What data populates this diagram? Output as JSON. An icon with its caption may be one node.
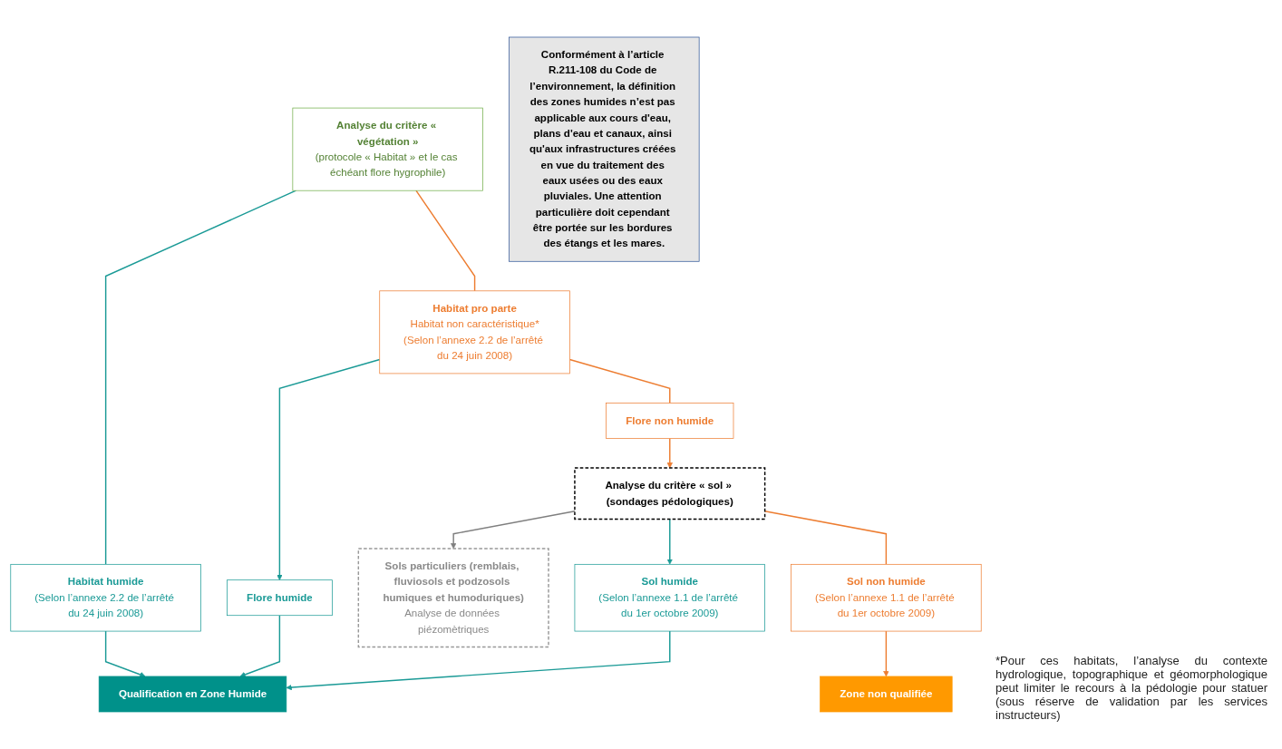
{
  "diagram": {
    "nodes": [
      {
        "text": [
          "Analyse du critère « végétation »",
          "(protocole « Habitat » et le cas échéant flore hygrophile)"
        ]
      },
      {
        "text": [
          "Habitat pro parte",
          "Habitat non caractéristique*",
          "(Selon l’annexe 2.2 de l’arrêté du 24 juin 2008)"
        ]
      },
      {
        "text": [
          "Habitat humide",
          "(Selon l’annexe 2.2 de l’arrêté du 24 juin 2008)"
        ]
      },
      {
        "text": [
          "Flore non humide"
        ]
      },
      {
        "text": [
          "Flore humide"
        ]
      },
      {
        "text": [
          "Analyse du critère « sol » (sondages pédologiques)"
        ]
      },
      {
        "text": [
          "Sols particuliers (remblais, fluviosols et podzosols humiques et humoduriques)",
          "Analyse de données piézomètriques"
        ]
      },
      {
        "text": [
          "Sol non humide",
          "(Selon l’annexe 1.1 de l’arrêté du 1er octobre 2009)"
        ]
      },
      {
        "text": [
          "Sol humide",
          "(Selon l’annexe 1.1 de l’arrêté du 1er octobre 2009)"
        ]
      },
      {
        "text": [
          "Zone non qualifiée"
        ]
      },
      {
        "text": [
          "Qualification en Zone Humide"
        ]
      },
      {
        "text": [
          "Conformément à l’article R.211-108 du Code de l’environnement, la définition des zones humides n’est pas applicable aux cours d'eau, plans d'eau et canaux, ainsi qu'aux infrastructures créées en vue du traitement des eaux usées ou des eaux pluviales. Une attention particulière doit cependant être portée sur les bordures des étangs et les mares."
        ]
      }
    ],
    "edges": [
      {
        "from": 0,
        "to": 1,
        "arrow": "none",
        "color": "#ed7d31"
      },
      {
        "from": 0,
        "to": 2,
        "arrow": "none"
      },
      {
        "from": 1,
        "to": 3,
        "arrow": "none",
        "color": "#ed7d31"
      },
      {
        "from": 1,
        "to": 4,
        "arrow": "to"
      },
      {
        "from": 3,
        "to": 5,
        "arrow": "to",
        "color": "#ed7d31"
      },
      {
        "from": 2,
        "to": 10,
        "arrow": "to"
      },
      {
        "from": 4,
        "to": 10,
        "arrow": "to"
      },
      {
        "from": 5,
        "to": 6,
        "arrow": "to",
        "color": "#7f7f7f"
      },
      {
        "from": 5,
        "to": 8,
        "arrow": "to"
      },
      {
        "from": 5,
        "to": 7,
        "arrow": "none",
        "color": "#ed7d31"
      },
      {
        "from": 7,
        "to": 9,
        "arrow": "to",
        "color": "#ed7d31"
      },
      {
        "from": 8,
        "to": 10,
        "arrow": "to"
      }
    ],
    "labels": [
      "*Pour ces habitats, l’analyse du contexte hydrologique, topographique et géomorphologique peut limiter le recours à la pédologie pour statuer (sous réserve de validation par les services instructeurs)"
    ]
  }
}
